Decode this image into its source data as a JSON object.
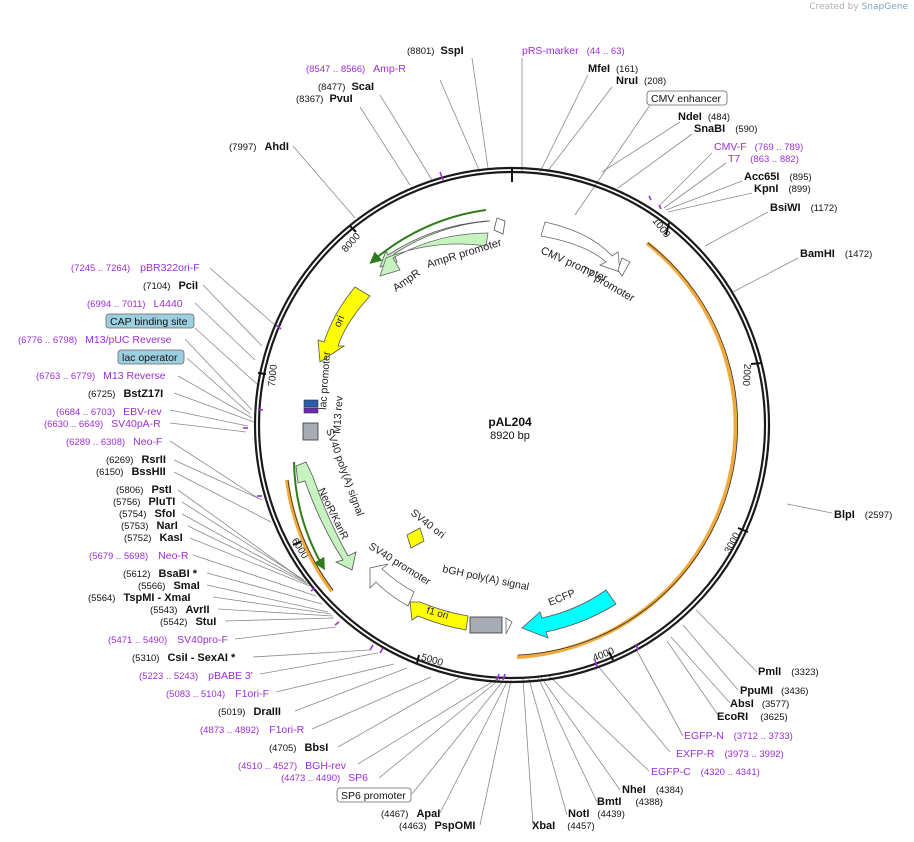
{
  "credit": {
    "prefix": "Created by",
    "brand": "SnapGene"
  },
  "plasmid": {
    "name": "pAL204",
    "length": "8920 bp"
  },
  "ticks": [
    "1000",
    "2000",
    "3000",
    "4000",
    "5000",
    "6000",
    "7000",
    "8000"
  ],
  "inner_labels": [
    "AmpR promoter",
    "AmpR",
    "ori",
    "CMV promoter",
    "T7 promoter",
    "lac promoter",
    "M13 rev",
    "SV40 poly(A) signal",
    "NeoR/KanR",
    "SV40 ori",
    "SV40 promoter",
    "bGH poly(A) signal",
    "f1 ori",
    "ECFP"
  ],
  "annotations": {
    "right": [
      {
        "name": "SspI",
        "pos": "(8801)"
      },
      {
        "name": "pRS-marker",
        "pos": "(44 .. 63)"
      },
      {
        "name": "MfeI",
        "pos": "(161)"
      },
      {
        "name": "NruI",
        "pos": "(208)"
      },
      {
        "name": "CMV enhancer",
        "pos": ""
      },
      {
        "name": "NdeI",
        "pos": "(484)"
      },
      {
        "name": "SnaBI",
        "pos": "(590)"
      },
      {
        "name": "CMV-F",
        "pos": "(769 .. 789)"
      },
      {
        "name": "T7",
        "pos": "(863 .. 882)"
      },
      {
        "name": "Acc65I",
        "pos": "(895)"
      },
      {
        "name": "KpnI",
        "pos": "(899)"
      },
      {
        "name": "BsiWI",
        "pos": "(1172)"
      },
      {
        "name": "BamHI",
        "pos": "(1472)"
      },
      {
        "name": "BlpI",
        "pos": "(2597)"
      },
      {
        "name": "PmlI",
        "pos": "(3323)"
      },
      {
        "name": "PpuMI",
        "pos": "(3436)"
      },
      {
        "name": "AbsI",
        "pos": "(3577)"
      },
      {
        "name": "EcoRI",
        "pos": "(3625)"
      },
      {
        "name": "EGFP-N",
        "pos": "(3712 .. 3733)"
      },
      {
        "name": "EXFP-R",
        "pos": "(3973 .. 3992)"
      },
      {
        "name": "EGFP-C",
        "pos": "(4320 .. 4341)"
      },
      {
        "name": "NheI",
        "pos": "(4384)"
      },
      {
        "name": "BmtI",
        "pos": "(4388)"
      },
      {
        "name": "NotI",
        "pos": "(4439)"
      },
      {
        "name": "XbaI",
        "pos": "(4457)"
      }
    ],
    "left": [
      {
        "name": "Amp-R",
        "pos": "(8547 .. 8566)"
      },
      {
        "name": "ScaI",
        "pos": "(8477)"
      },
      {
        "name": "PvuI",
        "pos": "(8367)"
      },
      {
        "name": "AhdI",
        "pos": "(7997)"
      },
      {
        "name": "pBR322ori-F",
        "pos": "(7245 .. 7264)"
      },
      {
        "name": "PciI",
        "pos": "(7104)"
      },
      {
        "name": "L4440",
        "pos": "(6994 .. 7011)"
      },
      {
        "name": "CAP binding site",
        "pos": ""
      },
      {
        "name": "M13/pUC Reverse",
        "pos": "(6776 .. 6798)"
      },
      {
        "name": "lac operator",
        "pos": ""
      },
      {
        "name": "M13 Reverse",
        "pos": "(6763 .. 6779)"
      },
      {
        "name": "BstZ17I",
        "pos": "(6725)"
      },
      {
        "name": "EBV-rev",
        "pos": "(6684 .. 6703)"
      },
      {
        "name": "SV40pA-R",
        "pos": "(6630 .. 6649)"
      },
      {
        "name": "Neo-F",
        "pos": "(6289 .. 6308)"
      },
      {
        "name": "RsrII",
        "pos": "(6269)"
      },
      {
        "name": "BssHII",
        "pos": "(6150)"
      },
      {
        "name": "PstI",
        "pos": "(5806)"
      },
      {
        "name": "PluTI",
        "pos": "(5756)"
      },
      {
        "name": "SfoI",
        "pos": "(5754)"
      },
      {
        "name": "NarI",
        "pos": "(5753)"
      },
      {
        "name": "KasI",
        "pos": "(5752)"
      },
      {
        "name": "Neo-R",
        "pos": "(5679 .. 5698)"
      },
      {
        "name": "BsaBI *",
        "pos": "(5612)"
      },
      {
        "name": "SmaI",
        "pos": "(5566)"
      },
      {
        "name": "TspMI - XmaI",
        "pos": "(5564)"
      },
      {
        "name": "AvrII",
        "pos": "(5543)"
      },
      {
        "name": "StuI",
        "pos": "(5542)"
      },
      {
        "name": "SV40pro-F",
        "pos": "(5471 .. 5490)"
      },
      {
        "name": "CsiI - SexAI *",
        "pos": "(5310)"
      },
      {
        "name": "pBABE 3'",
        "pos": "(5223 .. 5243)"
      },
      {
        "name": "F1ori-F",
        "pos": "(5083 .. 5104)"
      },
      {
        "name": "DraIII",
        "pos": "(5019)"
      },
      {
        "name": "F1ori-R",
        "pos": "(4873 .. 4892)"
      },
      {
        "name": "BbsI",
        "pos": "(4705)"
      },
      {
        "name": "BGH-rev",
        "pos": "(4510 .. 4527)"
      },
      {
        "name": "SP6",
        "pos": "(4473 .. 4490)"
      },
      {
        "name": "SP6 promoter",
        "pos": ""
      },
      {
        "name": "ApaI",
        "pos": "(4467)"
      },
      {
        "name": "PspOMI",
        "pos": "(4463)"
      }
    ]
  }
}
